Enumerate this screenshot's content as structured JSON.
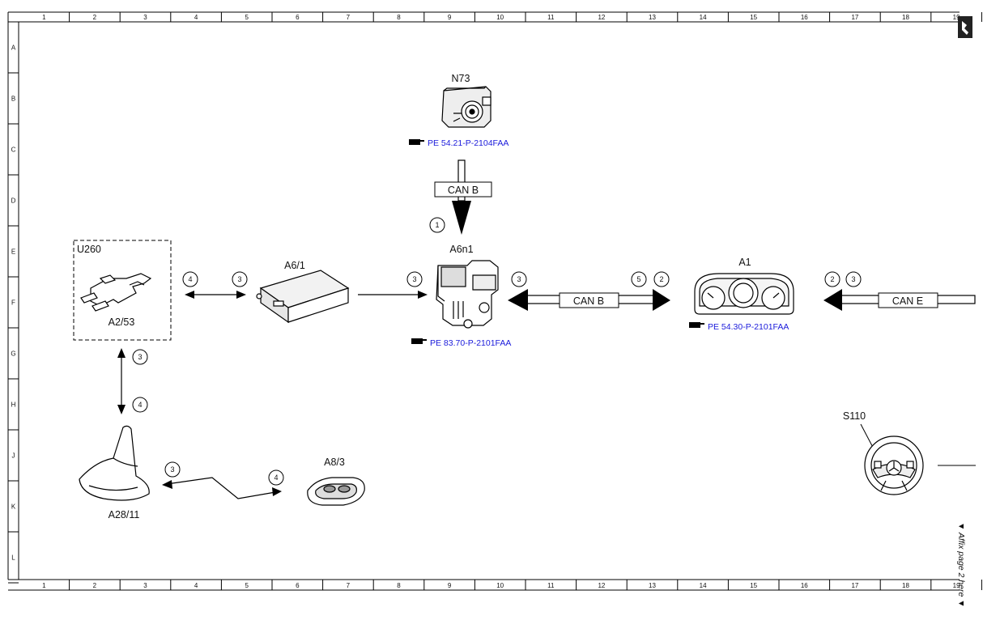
{
  "grid": {
    "columns": [
      "1",
      "2",
      "3",
      "4",
      "5",
      "6",
      "7",
      "8",
      "9",
      "10",
      "11",
      "12",
      "13",
      "14",
      "15",
      "16",
      "17",
      "18",
      "19"
    ],
    "rows": [
      "A",
      "B",
      "C",
      "D",
      "E",
      "F",
      "G",
      "H",
      "J",
      "K",
      "L"
    ]
  },
  "components": {
    "n73": {
      "label": "N73",
      "ref": "PE 54.21-P-2104FAA"
    },
    "a6n1": {
      "label": "A6n1",
      "ref": "PE 83.70-P-2101FAA"
    },
    "a1": {
      "label": "A1",
      "ref": "PE 54.30-P-2101FAA"
    },
    "u260": {
      "label": "U260"
    },
    "a2_53": {
      "label": "A2/53"
    },
    "a6_1": {
      "label": "A6/1"
    },
    "a28_11": {
      "label": "A28/11"
    },
    "a8_3": {
      "label": "A8/3"
    },
    "s110": {
      "label": "S110"
    }
  },
  "buses": {
    "can_b_vertical": "CAN B",
    "can_b_horizontal": "CAN B",
    "can_e": "CAN E"
  },
  "badges": {
    "n73_to_a6n1": "1",
    "u260_a6_1_left": "4",
    "u260_a6_1_right": "3",
    "a6_1_to_a6n1": "3",
    "a6n1_can_b": "3",
    "a1_can_b_5": "5",
    "a1_can_b_2": "2",
    "a1_can_e_2": "2",
    "a1_can_e_3": "3",
    "u260_a28_top": "3",
    "u260_a28_bottom": "4",
    "a28_a8_left": "3",
    "a28_a8_right": "4"
  },
  "side_note": "Affix page 2 here",
  "colors": {
    "reference_link": "#1a1adb",
    "line": "#000000"
  }
}
